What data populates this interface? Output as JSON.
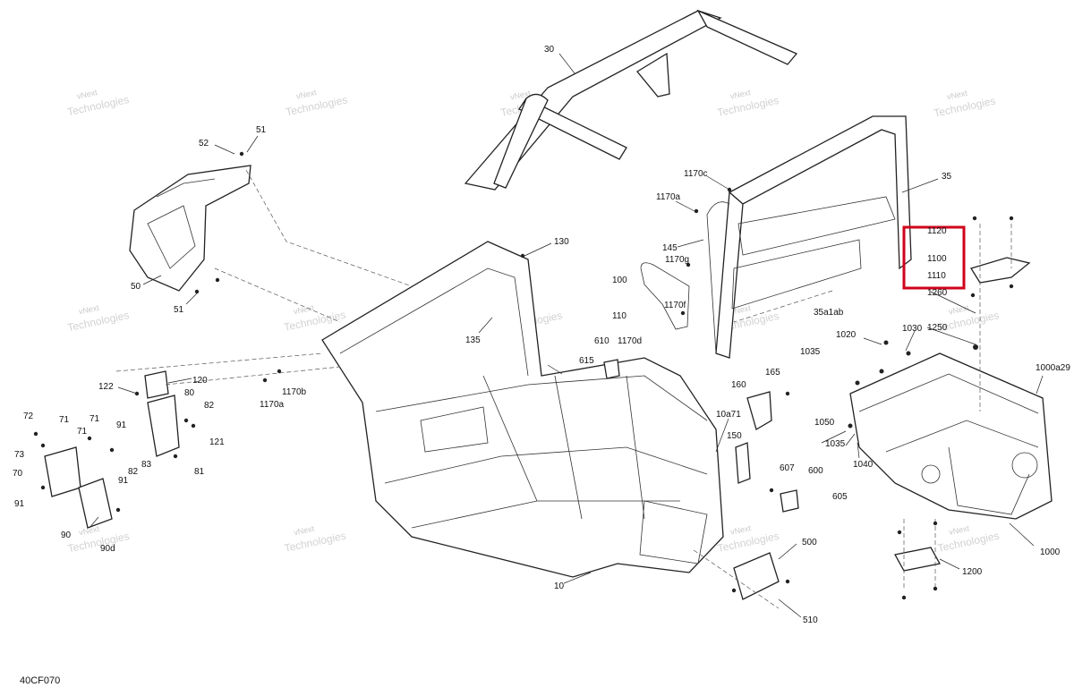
{
  "diagram_code": "40CF070",
  "watermark": {
    "line1": "vNext",
    "line2": "Technologies"
  },
  "labels": {
    "l30": "30",
    "l35": "35",
    "l35a1ab": "35a1ab",
    "l50": "50",
    "l51a": "51",
    "l51b": "51",
    "l52": "52",
    "l130": "130",
    "l135": "135",
    "l145": "145",
    "l1170c": "1170c",
    "l1170a": "1170a",
    "l1170g": "1170g",
    "l1170f": "1170f",
    "l1170d": "1170d",
    "l1170b": "1170b",
    "l1170a2": "1170a",
    "l100": "100",
    "l110": "110",
    "l610": "610",
    "l615": "615",
    "l165": "165",
    "l160": "160",
    "l10a71": "10a71",
    "l150": "150",
    "l607": "607",
    "l600": "600",
    "l605": "605",
    "l500": "500",
    "l510": "510",
    "l10": "10",
    "l120": "120",
    "l122": "122",
    "l80": "80",
    "l82a": "82",
    "l121": "121",
    "l83": "83",
    "l82b": "82",
    "l81": "81",
    "l72": "72",
    "l71a": "71",
    "l71b": "71",
    "l71c": "71",
    "l91a": "91",
    "l73": "73",
    "l70": "70",
    "l91b": "91",
    "l91c": "91",
    "l90": "90",
    "l90d": "90d",
    "l1120": "1120",
    "l1100": "1100",
    "l1110": "1110",
    "l1260": "1260",
    "l1250": "1250",
    "l1020": "1020",
    "l1030": "1030",
    "l1035a": "1035",
    "l1035b": "1035",
    "l1050": "1050",
    "l1040": "1040",
    "l1000a29": "1000a29",
    "l1000": "1000",
    "l1200": "1200"
  },
  "highlight": {
    "color": "#d0021b",
    "target": "1100 / 1110 / 1120"
  }
}
